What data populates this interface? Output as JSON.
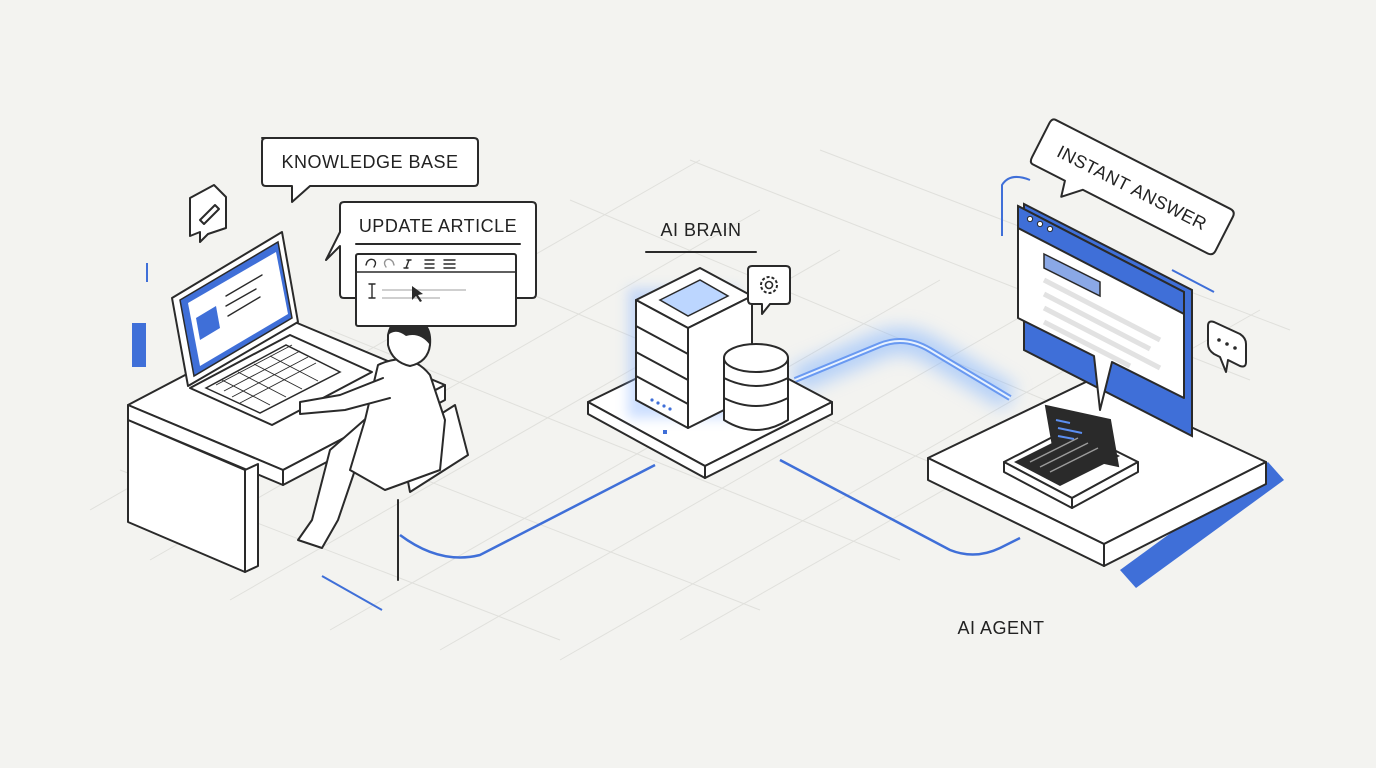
{
  "labels": {
    "knowledge_base": "KNOWLEDGE BASE",
    "update_article": "UPDATE ARTICLE",
    "ai_brain": "AI BRAIN",
    "instant_answer": "INSTANT ANSWER",
    "ai_agent": "AI AGENT"
  },
  "icons": {
    "edit": "pencil-icon",
    "settings": "gear-icon",
    "chat": "chat-bubble-icon",
    "undo": "undo-icon",
    "redo": "redo-icon",
    "italic": "italic-icon",
    "list": "list-icon"
  },
  "colors": {
    "background": "#f3f3f0",
    "accent": "#3f6fd8",
    "glow": "#7fb2ff",
    "ink": "#2a2a2a"
  }
}
